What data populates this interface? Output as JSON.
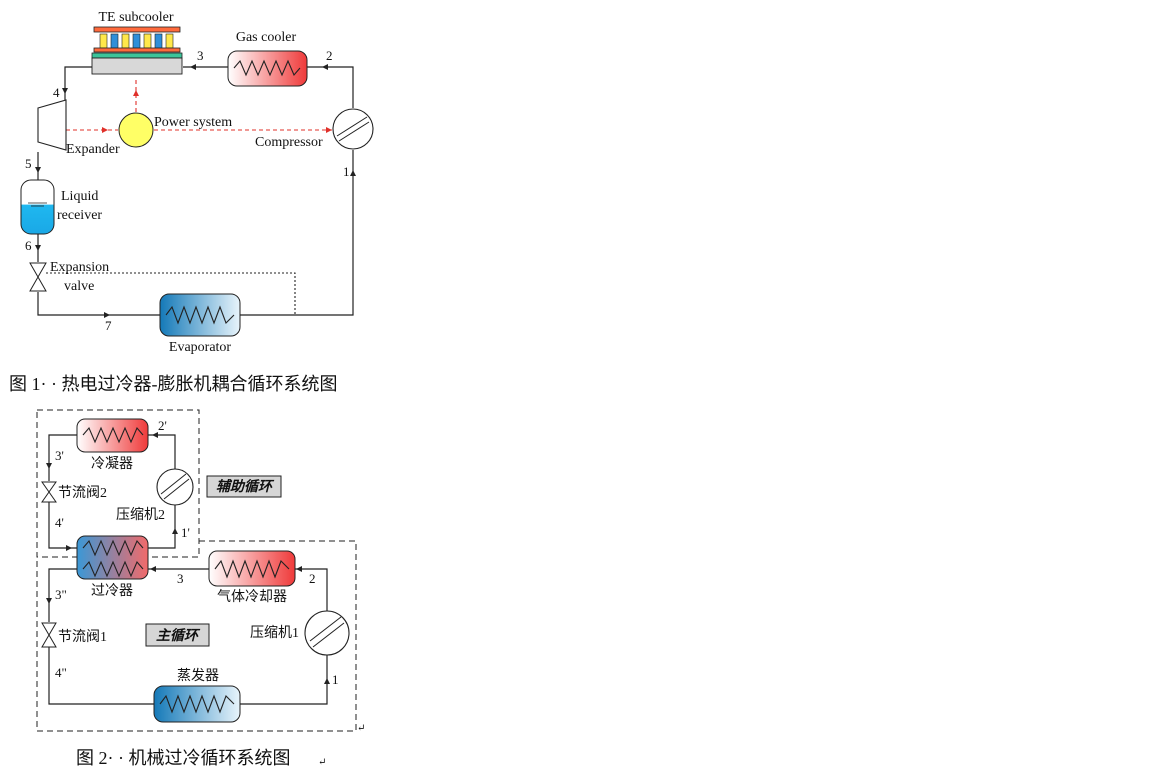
{
  "fig1": {
    "te_subcooler": "TE subcooler",
    "gas_cooler": "Gas cooler",
    "expander": "Expander",
    "power_system": "Power system",
    "compressor": "Compressor",
    "liquid_receiver_1": "Liquid",
    "liquid_receiver_2": "receiver",
    "expansion_valve_1": "Expansion",
    "expansion_valve_2": "valve",
    "evaporator": "Evaporator",
    "points": {
      "p1": "1",
      "p2": "2",
      "p3": "3",
      "p4": "4",
      "p5": "5",
      "p6": "6",
      "p7": "7"
    },
    "caption": "图 1· · 热电过冷器-膨胀机耦合循环系统图"
  },
  "fig2": {
    "condenser": "冷凝器",
    "throttle2": "节流阀2",
    "compressor2": "压缩机2",
    "aux_cycle": "辅助循环",
    "subcooler": "过冷器",
    "gas_cooler": "气体冷却器",
    "throttle1": "节流阀1",
    "main_cycle": "主循环",
    "compressor1": "压缩机1",
    "evaporator": "蒸发器",
    "points": {
      "p2p": "2'",
      "p3p": "3'",
      "p4p": "4'",
      "p1p": "1'",
      "p3": "3",
      "p2": "2",
      "p3pp": "3\"",
      "p4pp": "4\"",
      "p1": "1"
    },
    "caption": "图 2· · 机械过冷循环系统图"
  },
  "colors": {
    "red": "#e0302a",
    "blue_dark": "#1a7fc0",
    "blue_light": "#cfe8f7",
    "yellow": "#ffff66",
    "cyan": "#00ccff"
  }
}
